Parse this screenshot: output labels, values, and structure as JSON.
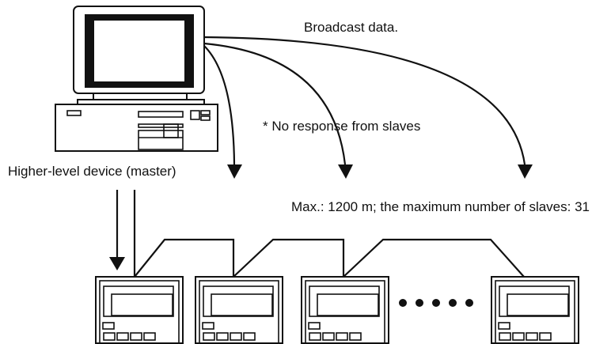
{
  "labels": {
    "broadcast": "Broadcast data.",
    "no_response": "* No response from slaves",
    "master": "Higher-level device (master)",
    "network": "Max.: 1200 m; the maximum number of slaves: 31"
  },
  "ellipsis_dots": 5,
  "line_color": "#111111"
}
